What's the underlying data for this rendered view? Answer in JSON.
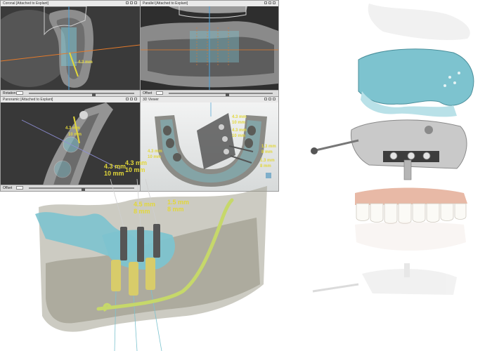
{
  "windows": {
    "coronal": {
      "title": "Coronal [Attached to Explant]",
      "footer_label": "Rotation",
      "measure": "4.3 mm"
    },
    "parallel": {
      "title": "Parallel [Attached to Explant]",
      "footer_label": "Offset"
    },
    "panoramic": {
      "title": "Panoramic [Attached to Explant]",
      "footer_label": "Offset",
      "measure_a": "4.3 mm",
      "measure_b": "10 mm"
    },
    "view3d": {
      "title": "3D Viewer"
    }
  },
  "view3d_labels": {
    "left_a": "4.3 mm",
    "left_b": "10 mm",
    "top_a": "4.3 mm",
    "top_b": "10 mm",
    "mid_a": "4.3 mm",
    "mid_b": "10 mm",
    "right_a": "1.3 mm",
    "right_b": "8 mm",
    "right2_a": "1.3 mm",
    "right2_b": "8 mm"
  },
  "large_3d_labels": {
    "a1": "4.3 mm",
    "a2": "4.3 mm",
    "b1": "10 mm",
    "b2": "10 mm",
    "c1": "4.5 mm",
    "c2": "8 mm",
    "d1": "1.5 mm",
    "d2": "8 mm"
  },
  "colors": {
    "guide_blue": "#7dc3cf",
    "implant_yellow": "#d8cc6a",
    "bone_gray": "#a3a08f",
    "nerve_green": "#c6d86a",
    "measure_yellow": "#e2d73a"
  }
}
